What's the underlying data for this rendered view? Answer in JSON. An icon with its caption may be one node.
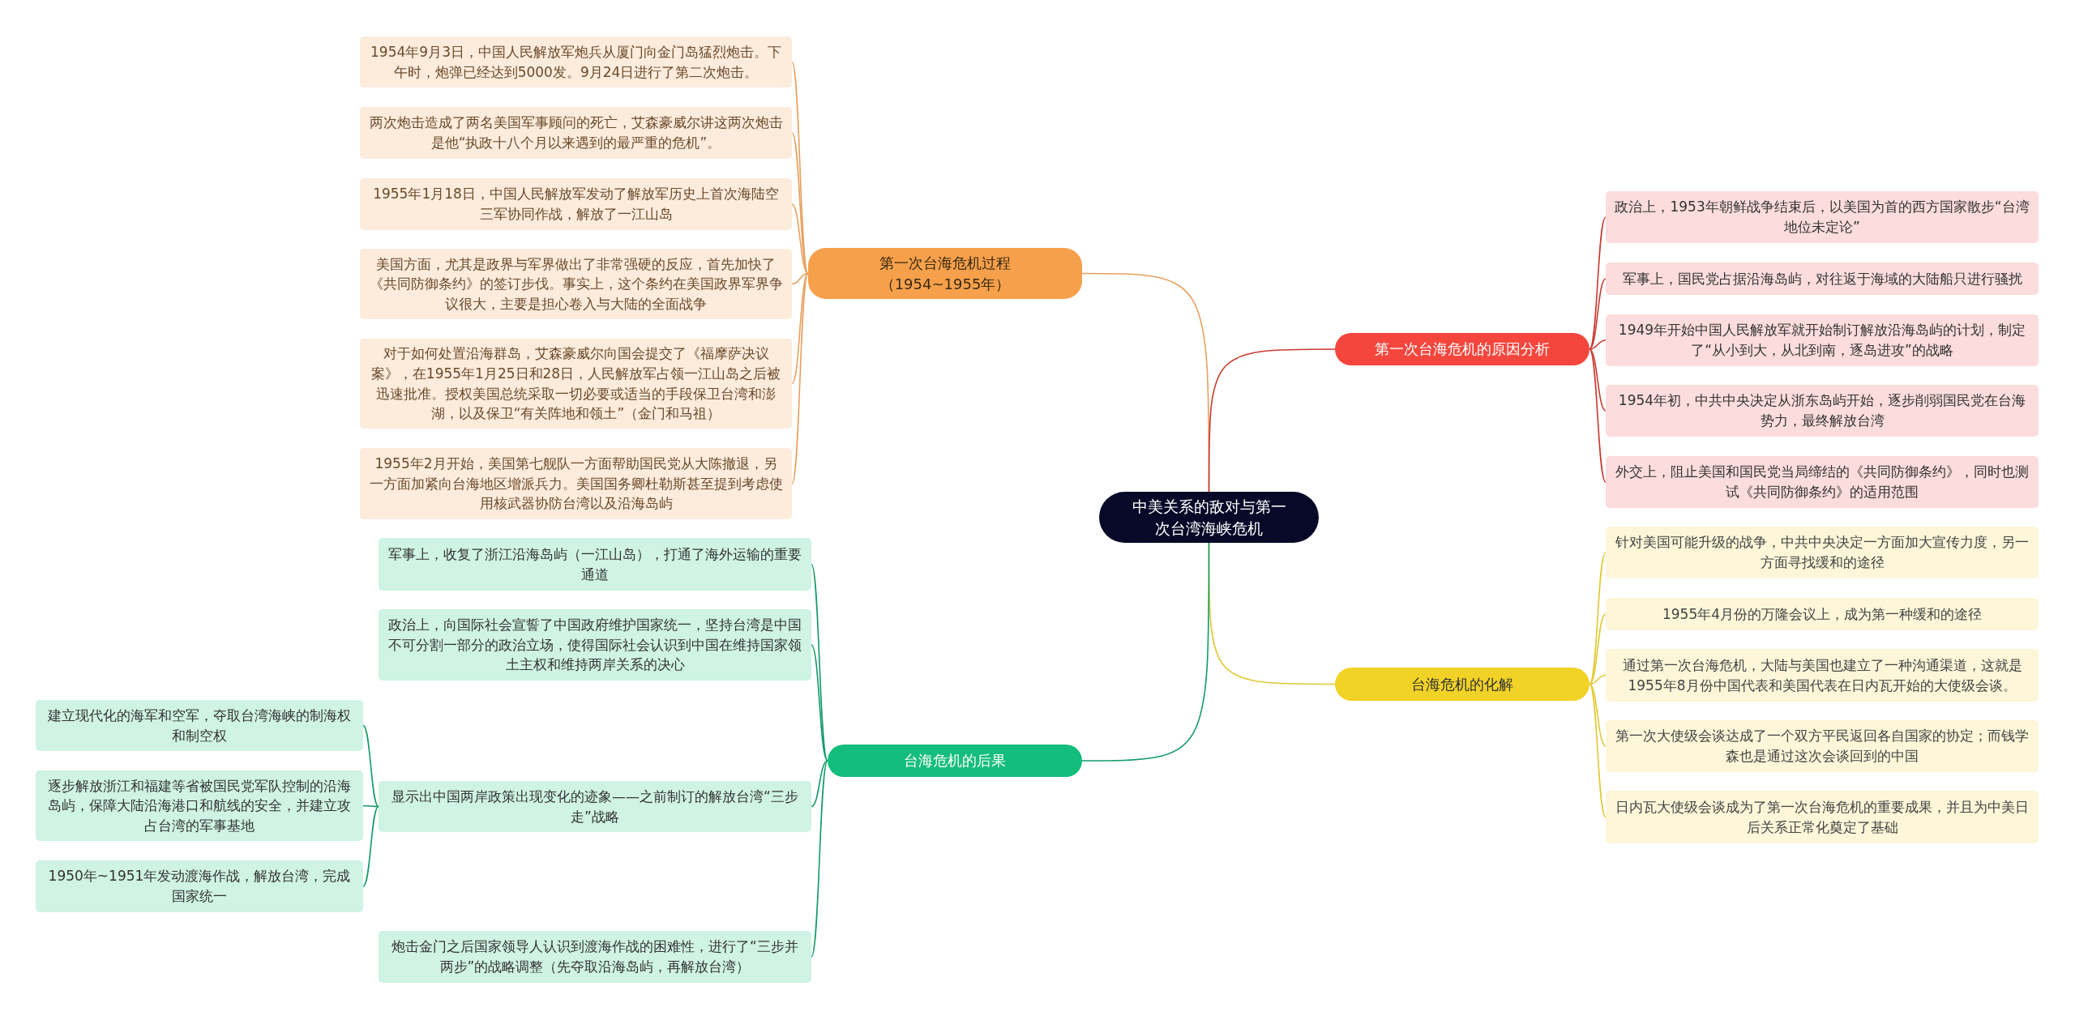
{
  "diagram": {
    "nodes": [
      {
        "text": [
          "中美关系的敌对与第一次台湾海峡危机"
        ]
      },
      {
        "text": [
          "第一次台海危机过程（1954~1955年）"
        ]
      },
      {
        "text": [
          "1954年9月3日，中国人民解放军炮兵从厦门向金门岛猛烈炮击。下午时，炮弹已经达到5000发。9月24日进行了第二次炮击。"
        ]
      },
      {
        "text": [
          "两次炮击造成了两名美国军事顾问的死亡，艾森豪威尔讲这两次炮击是他“执政十八个月以来遇到的最严重的危机”。"
        ]
      },
      {
        "text": [
          "1955年1月18日，中国人民解放军发动了解放军历史上首次海陆空三军协同作战，解放了一江山岛"
        ]
      },
      {
        "text": [
          "美国方面，尤其是政界与军界做出了非常强硬的反应，首先加快了《共同防御条约》的签订步伐。事实上，这个条约在美国政界军界争议很大，主要是担心卷入与大陆的全面战争"
        ]
      },
      {
        "text": [
          "对于如何处置沿海群岛，艾森豪威尔向国会提交了《福摩萨决议案》，在1955年1月25日和28日，人民解放军占领一江山岛之后被迅速批准。授权美国总统采取一切必要或适当的手段保卫台湾和澎湖，以及保卫“有关阵地和领土”（金门和马祖）"
        ]
      },
      {
        "text": [
          "1955年2月开始，美国第七舰队一方面帮助国民党从大陈撤退，另一方面加紧向台海地区增派兵力。美国国务卿杜勒斯甚至提到考虑使用核武器协防台湾以及沿海岛屿"
        ]
      },
      {
        "text": [
          "第一次台海危机的原因分析"
        ]
      },
      {
        "text": [
          "政治上，1953年朝鲜战争结束后，以美国为首的西方国家散步“台湾地位未定论”"
        ]
      },
      {
        "text": [
          "军事上，国民党占据沿海岛屿，对往返于海域的大陆船只进行骚扰"
        ]
      },
      {
        "text": [
          "1949年开始中国人民解放军就开始制订解放沿海岛屿的计划，制定了“从小到大，从北到南，逐岛进攻”的战略"
        ]
      },
      {
        "text": [
          "1954年初，中共中央决定从浙东岛屿开始，逐步削弱国民党在台海势力，最终解放台湾"
        ]
      },
      {
        "text": [
          "外交上，阻止美国和国民党当局缔结的《共同防御条约》，同时也测试《共同防御条约》的适用范围"
        ]
      },
      {
        "text": [
          "台海危机的化解"
        ]
      },
      {
        "text": [
          "针对美国可能升级的战争，中共中央决定一方面加大宣传力度，另一方面寻找缓和的途径"
        ]
      },
      {
        "text": [
          "1955年4月份的万隆会议上，成为第一种缓和的途径"
        ]
      },
      {
        "text": [
          "通过第一次台海危机，大陆与美国也建立了一种沟通渠道，这就是1955年8月份中国代表和美国代表在日内瓦开始的大使级会谈。"
        ]
      },
      {
        "text": [
          "第一次大使级会谈达成了一个双方平民返回各自国家的协定；而钱学森也是通过这次会谈回到的中国"
        ]
      },
      {
        "text": [
          "日内瓦大使级会谈成为了第一次台海危机的重要成果，并且为中美日后关系正常化奠定了基础"
        ]
      },
      {
        "text": [
          "台海危机的后果"
        ]
      },
      {
        "text": [
          "军事上，收复了浙江沿海岛屿（一江山岛），打通了海外运输的重要通道"
        ]
      },
      {
        "text": [
          "政治上，向国际社会宣誓了中国政府维护国家统一，坚持台湾是中国不可分割一部分的政治立场，使得国际社会认识到中国在维持国家领土主权和维持两岸关系的决心"
        ]
      },
      {
        "text": [
          "显示出中国两岸政策出现变化的迹象——之前制订的解放台湾“三步走”战略"
        ]
      },
      {
        "text": [
          "建立现代化的海军和空军，夺取台湾海峡的制海权和制空权"
        ]
      },
      {
        "text": [
          "逐步解放浙江和福建等省被国民党军队控制的沿海岛屿，保障大陆沿海港口和航线的安全，并建立攻占台湾的军事基地"
        ]
      },
      {
        "text": [
          "1950年~1951年发动渡海作战，解放台湾，完成国家统一"
        ]
      },
      {
        "text": [
          "炮击金门之后国家领导人认识到渡海作战的困难性，进行了“三步并两步”的战略调整（先夺取沿海岛屿，再解放台湾）"
        ]
      }
    ],
    "edges": [
      {
        "from": 0,
        "to": 1,
        "arrow": "none",
        "color": "#e8a060"
      },
      {
        "from": 1,
        "to": 2,
        "arrow": "none",
        "color": "#e8a060"
      },
      {
        "from": 1,
        "to": 3,
        "arrow": "none",
        "color": "#e8a060"
      },
      {
        "from": 1,
        "to": 4,
        "arrow": "none",
        "color": "#e8a060"
      },
      {
        "from": 1,
        "to": 5,
        "arrow": "none",
        "color": "#e8a060"
      },
      {
        "from": 1,
        "to": 6,
        "arrow": "none",
        "color": "#e8a060"
      },
      {
        "from": 1,
        "to": 7,
        "arrow": "none",
        "color": "#e8a060"
      },
      {
        "from": 0,
        "to": 8,
        "arrow": "none",
        "color": "#c83a30"
      },
      {
        "from": 8,
        "to": 9,
        "arrow": "none",
        "color": "#c83a30"
      },
      {
        "from": 8,
        "to": 10,
        "arrow": "none",
        "color": "#c83a30"
      },
      {
        "from": 8,
        "to": 11,
        "arrow": "none",
        "color": "#c83a30"
      },
      {
        "from": 8,
        "to": 12,
        "arrow": "none",
        "color": "#c83a30"
      },
      {
        "from": 8,
        "to": 13,
        "arrow": "none",
        "color": "#c83a30"
      },
      {
        "from": 0,
        "to": 14,
        "arrow": "none",
        "color": "#e0c830"
      },
      {
        "from": 14,
        "to": 15,
        "arrow": "none",
        "color": "#e0c830"
      },
      {
        "from": 14,
        "to": 16,
        "arrow": "none",
        "color": "#e0c830"
      },
      {
        "from": 14,
        "to": 17,
        "arrow": "none",
        "color": "#e0c830"
      },
      {
        "from": 14,
        "to": 18,
        "arrow": "none",
        "color": "#e0c830"
      },
      {
        "from": 14,
        "to": 19,
        "arrow": "none",
        "color": "#e0c830"
      },
      {
        "from": 0,
        "to": 20,
        "arrow": "none",
        "color": "#139a68"
      },
      {
        "from": 20,
        "to": 21,
        "arrow": "none",
        "color": "#139a68"
      },
      {
        "from": 20,
        "to": 22,
        "arrow": "none",
        "color": "#139a68"
      },
      {
        "from": 20,
        "to": 23,
        "arrow": "none",
        "color": "#139a68"
      },
      {
        "from": 23,
        "to": 24,
        "arrow": "none",
        "color": "#139a68"
      },
      {
        "from": 23,
        "to": 25,
        "arrow": "none",
        "color": "#139a68"
      },
      {
        "from": 23,
        "to": 26,
        "arrow": "none",
        "color": "#139a68"
      },
      {
        "from": 20,
        "to": 27,
        "arrow": "none",
        "color": "#139a68"
      }
    ]
  }
}
